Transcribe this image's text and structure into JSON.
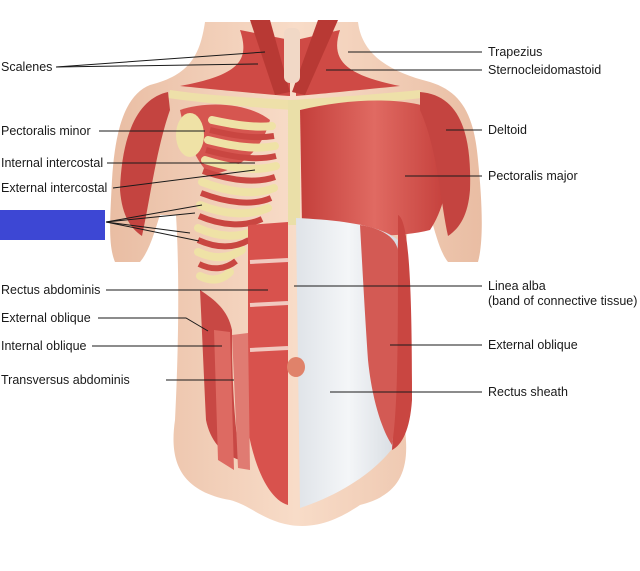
{
  "labels_left": {
    "scalenes": "Scalenes",
    "pectoralis_minor": "Pectoralis minor",
    "internal_intercostal": "Internal intercostal",
    "external_intercostal": "External intercostal",
    "rectus_abdominis": "Rectus abdominis",
    "external_oblique": "External oblique",
    "internal_oblique": "Internal oblique",
    "transversus_abdominis": "Transversus abdominis"
  },
  "labels_right": {
    "trapezius": "Trapezius",
    "sternocleidomastoid": "Sternocleidomastoid",
    "deltoid": "Deltoid",
    "pectoralis_major": "Pectoralis major",
    "linea_alba_line1": "Linea alba",
    "linea_alba_line2": "(band of connective tissue)",
    "external_oblique": "External oblique",
    "rectus_sheath": "Rectus sheath"
  },
  "colors": {
    "muscle": "#d4534f",
    "muscle_dark": "#a8302c",
    "tendon": "#eadfa8",
    "bone": "#efe2a6",
    "skin": "#f5d3bd",
    "sheath": "#e8ebef",
    "redaction": "#3d47d4",
    "line": "#1a1a1a"
  }
}
